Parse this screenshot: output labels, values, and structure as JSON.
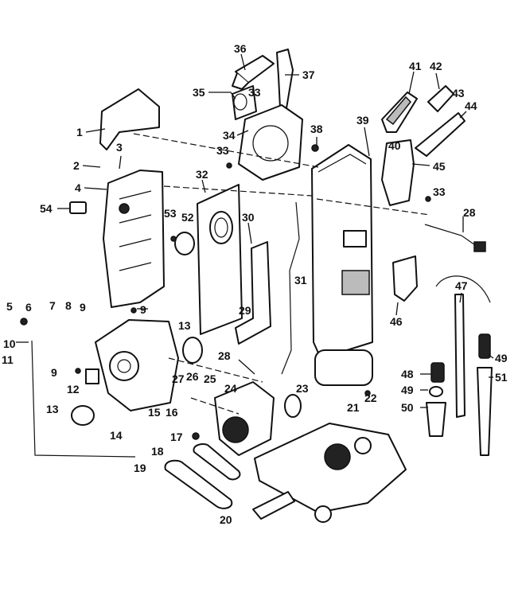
{
  "callouts": [
    {
      "id": "c36",
      "label": "36"
    },
    {
      "id": "c37",
      "label": "37"
    },
    {
      "id": "c35",
      "label": "35"
    },
    {
      "id": "c33a",
      "label": "33"
    },
    {
      "id": "c41",
      "label": "41"
    },
    {
      "id": "c42",
      "label": "42"
    },
    {
      "id": "c43",
      "label": "43"
    },
    {
      "id": "c44",
      "label": "44"
    },
    {
      "id": "c1",
      "label": "1"
    },
    {
      "id": "c3",
      "label": "3"
    },
    {
      "id": "c34",
      "label": "34"
    },
    {
      "id": "c38",
      "label": "38"
    },
    {
      "id": "c39",
      "label": "39"
    },
    {
      "id": "c40",
      "label": "40"
    },
    {
      "id": "c33b",
      "label": "33"
    },
    {
      "id": "c2",
      "label": "2"
    },
    {
      "id": "c45",
      "label": "45"
    },
    {
      "id": "c32",
      "label": "32"
    },
    {
      "id": "c4",
      "label": "4"
    },
    {
      "id": "c33c",
      "label": "33"
    },
    {
      "id": "c54",
      "label": "54"
    },
    {
      "id": "c53",
      "label": "53"
    },
    {
      "id": "c52",
      "label": "52"
    },
    {
      "id": "c30",
      "label": "30"
    },
    {
      "id": "c28a",
      "label": "28"
    },
    {
      "id": "c31",
      "label": "31"
    },
    {
      "id": "c47",
      "label": "47"
    },
    {
      "id": "c5",
      "label": "5"
    },
    {
      "id": "c6",
      "label": "6"
    },
    {
      "id": "c7",
      "label": "7"
    },
    {
      "id": "c8",
      "label": "8"
    },
    {
      "id": "c9a",
      "label": "9"
    },
    {
      "id": "c29",
      "label": "29"
    },
    {
      "id": "c46",
      "label": "46"
    },
    {
      "id": "c9b",
      "label": "9"
    },
    {
      "id": "c13a",
      "label": "13"
    },
    {
      "id": "c10",
      "label": "10"
    },
    {
      "id": "c11",
      "label": "11"
    },
    {
      "id": "c28b",
      "label": "28"
    },
    {
      "id": "c49a",
      "label": "49"
    },
    {
      "id": "c48",
      "label": "48"
    },
    {
      "id": "c51",
      "label": "51"
    },
    {
      "id": "c9c",
      "label": "9"
    },
    {
      "id": "c27",
      "label": "27"
    },
    {
      "id": "c25",
      "label": "25"
    },
    {
      "id": "c23",
      "label": "23"
    },
    {
      "id": "c26",
      "label": "26"
    },
    {
      "id": "c12",
      "label": "12"
    },
    {
      "id": "c24",
      "label": "24"
    },
    {
      "id": "c22",
      "label": "22"
    },
    {
      "id": "c49b",
      "label": "49"
    },
    {
      "id": "c13b",
      "label": "13"
    },
    {
      "id": "c15",
      "label": "15"
    },
    {
      "id": "c16",
      "label": "16"
    },
    {
      "id": "c21",
      "label": "21"
    },
    {
      "id": "c50",
      "label": "50"
    },
    {
      "id": "c14",
      "label": "14"
    },
    {
      "id": "c17",
      "label": "17"
    },
    {
      "id": "c18",
      "label": "18"
    },
    {
      "id": "c19",
      "label": "19"
    },
    {
      "id": "c20",
      "label": "20"
    }
  ]
}
